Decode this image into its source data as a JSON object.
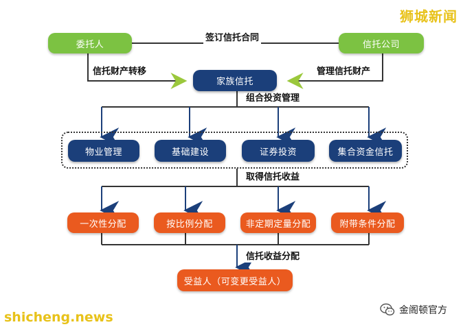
{
  "nodes": {
    "trustor": "委托人",
    "trust_company": "信托公司",
    "family_trust": "家族信托",
    "property_mgmt": "物业管理",
    "infrastructure": "基础建设",
    "securities": "证券投资",
    "collective_trust": "集合资金信托",
    "one_time": "一次性分配",
    "proportional": "按比例分配",
    "irregular": "非定期定量分配",
    "conditional": "附带条件分配",
    "beneficiary": "受益人（可变更受益人）"
  },
  "edges": {
    "sign_contract": "签订信托合同",
    "transfer_property": "信托财产转移",
    "manage_property": "管理信托财产",
    "portfolio_mgmt": "组合投资管理",
    "obtain_income": "取得信托收益",
    "distribute_income": "信托收益分配"
  },
  "watermarks": {
    "top_right": "狮城新闻",
    "bottom_left": "shicheng.news",
    "bottom_right": "金阁顿官方"
  },
  "colors": {
    "green": "#7cc242",
    "navy": "#1b3f7a",
    "orange": "#ea5a1f",
    "line": "#333333",
    "watermark": "#e8c21a"
  }
}
